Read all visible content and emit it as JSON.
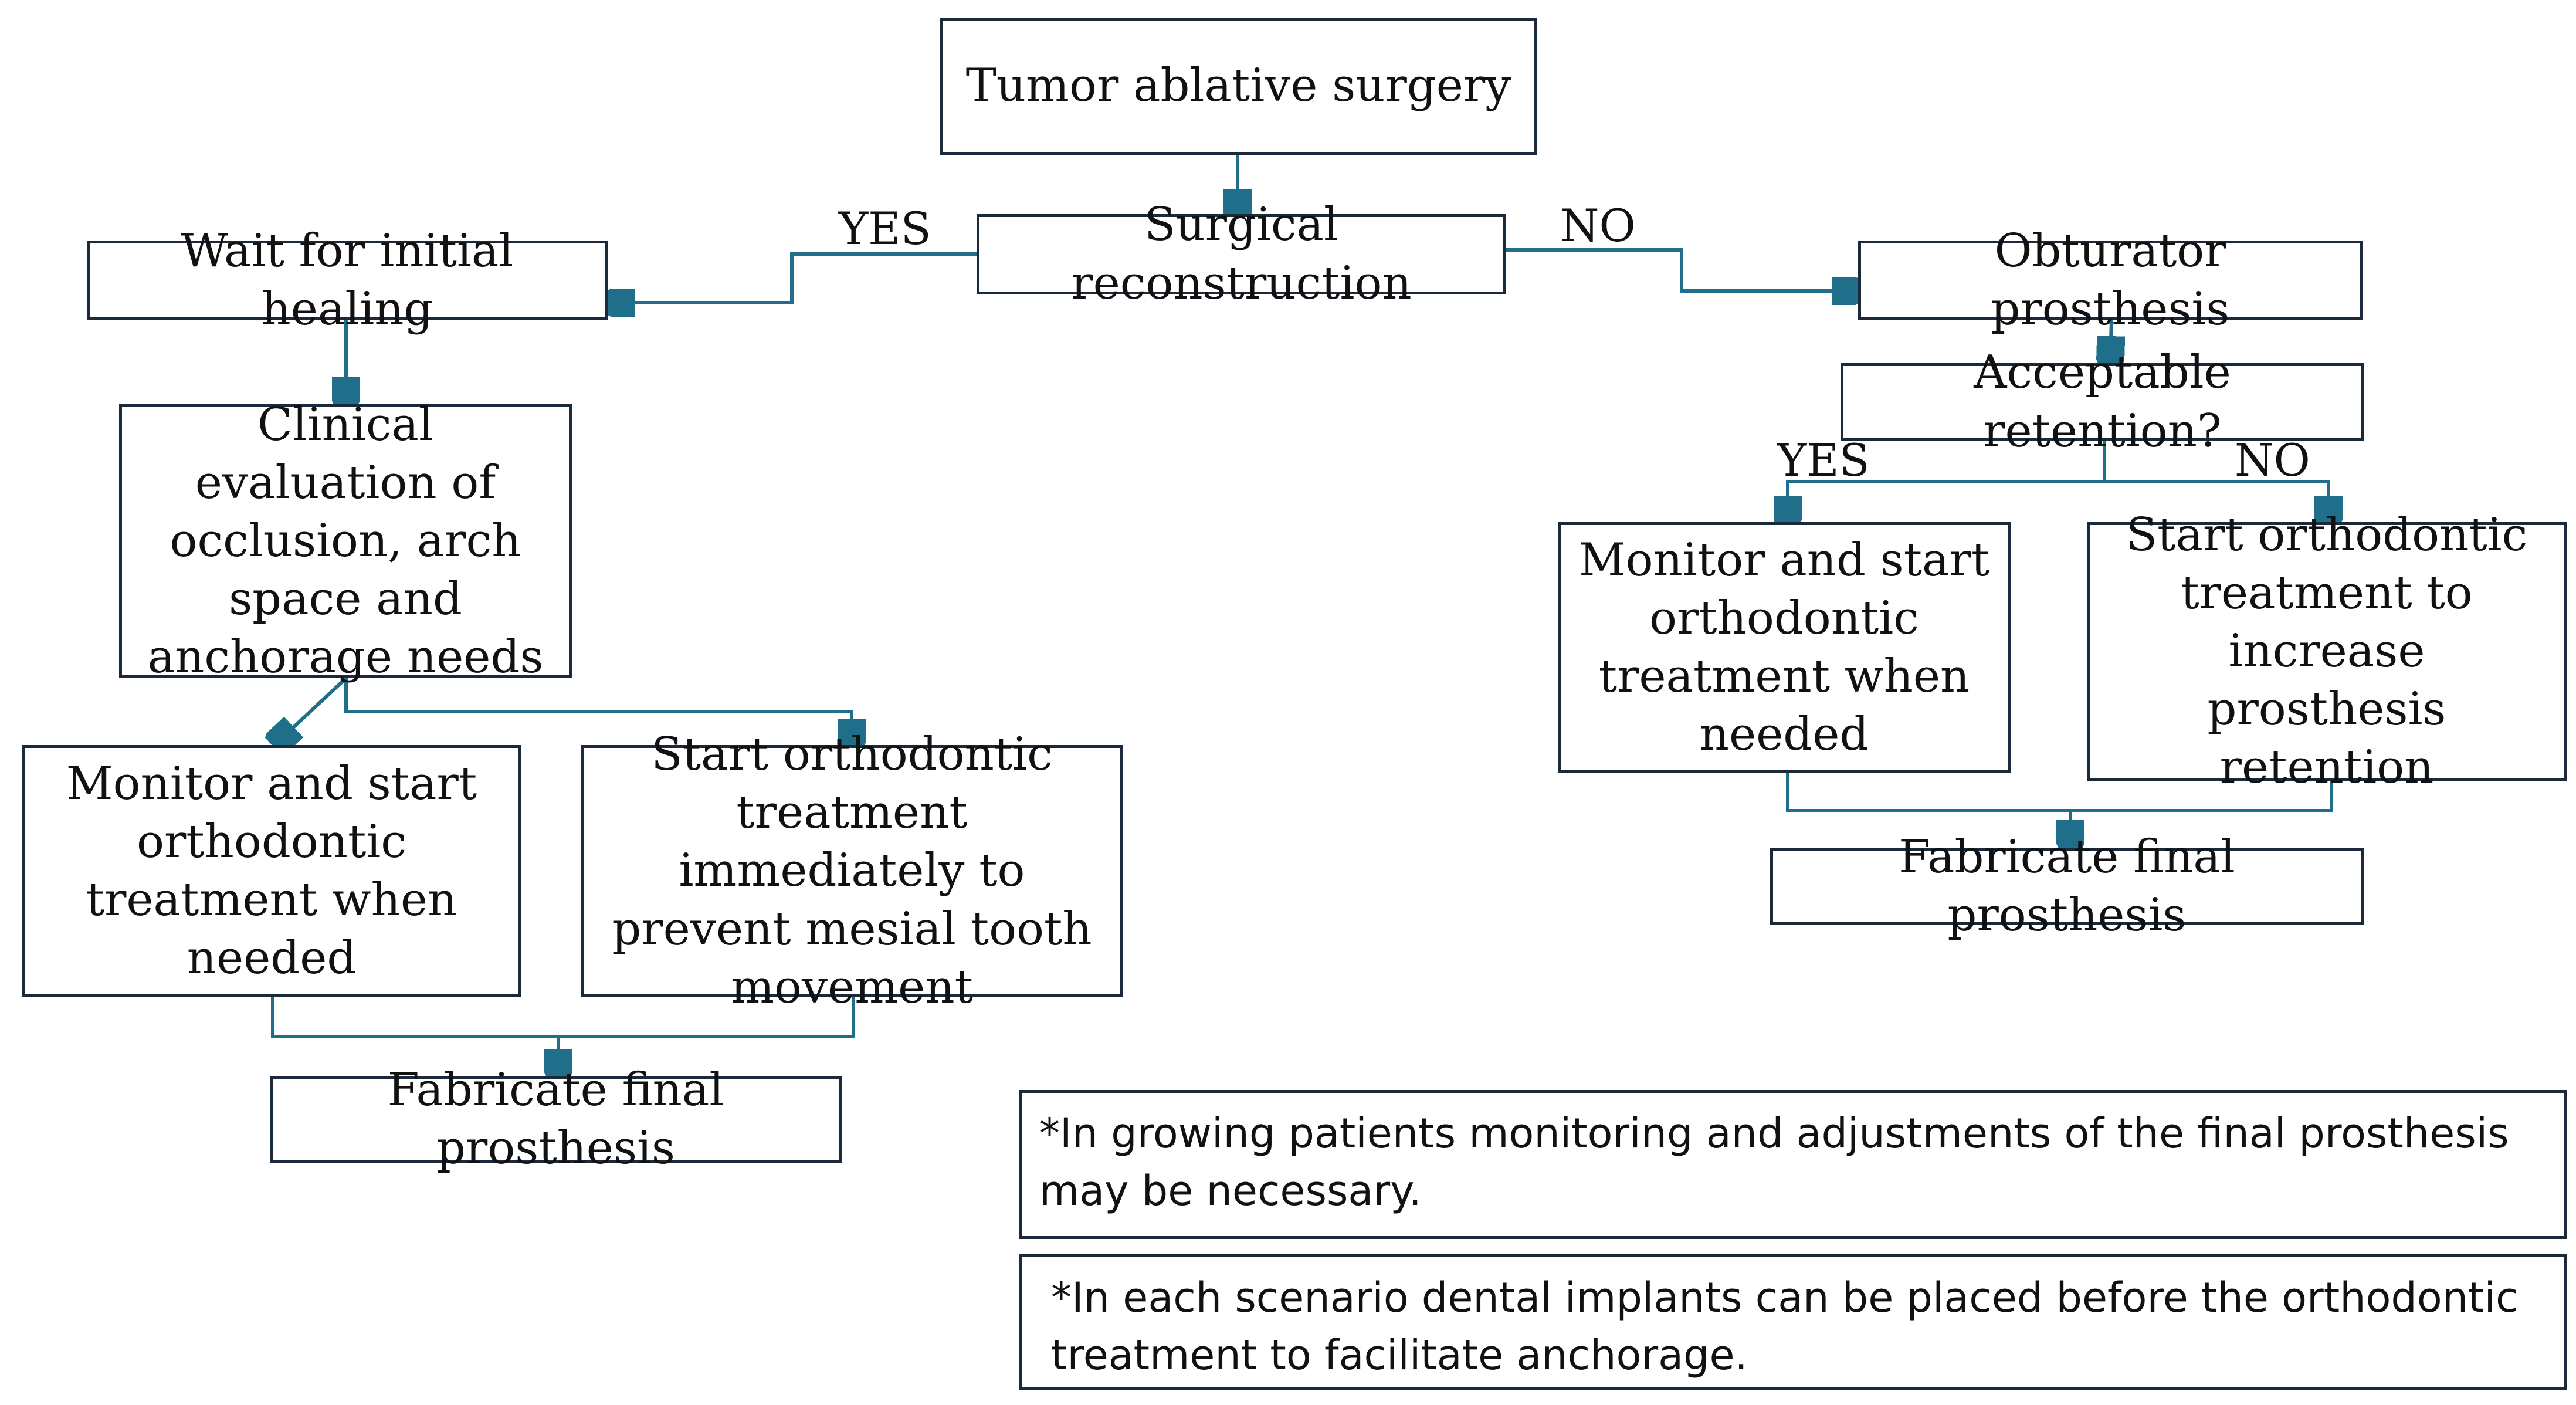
{
  "colors": {
    "connector": "#1f6f8b",
    "box_border": "#1a2a3a",
    "text": "#111111"
  },
  "nodes": {
    "tumor": "Tumor ablative surgery",
    "reconstruction": "Surgical reconstruction",
    "wait": "Wait for initial healing",
    "clinical": "Clinical evaluation of occlusion, arch space and anchorage needs",
    "left_monitor": "Monitor and start orthodontic treatment when needed",
    "left_start": "Start orthodontic treatment immediately to prevent mesial tooth movement",
    "left_fabricate": "Fabricate final prosthesis",
    "obturator": "Obturator prosthesis",
    "retention": "Acceptable retention?",
    "right_monitor": "Monitor and start orthodontic treatment when needed",
    "right_start": "Start orthodontic treatment to increase prosthesis retention",
    "right_fabricate": "Fabricate final prosthesis"
  },
  "labels": {
    "yes_reconstruction": "YES",
    "no_reconstruction": "NO",
    "yes_retention": "YES",
    "no_retention": "NO"
  },
  "notes": {
    "growing": "*In growing patients monitoring and adjustments of the final prosthesis may be necessary.",
    "implants": "*In each scenario dental implants can be placed before the orthodontic treatment to facilitate anchorage."
  }
}
